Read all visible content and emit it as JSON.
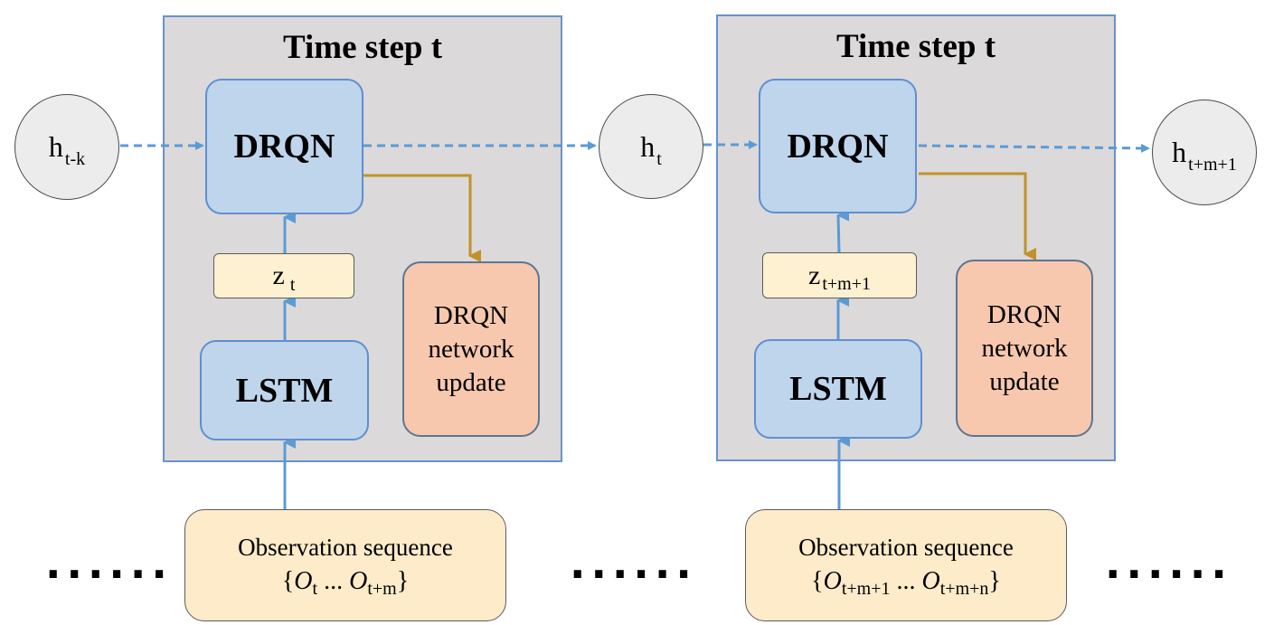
{
  "frames": [
    {
      "title": "Time step t",
      "drqn": "DRQN",
      "lstm": "LSTM",
      "z": {
        "base": "z",
        "sub": "t"
      },
      "update": {
        "line1": "DRQN",
        "line2": "network",
        "line3": "update"
      }
    },
    {
      "title": "Time step t",
      "drqn": "DRQN",
      "lstm": "LSTM",
      "z": {
        "base": "z",
        "sub": "t+m+1"
      },
      "update": {
        "line1": "DRQN",
        "line2": "network",
        "line3": "update"
      }
    }
  ],
  "hidden_states": [
    {
      "base": "h",
      "sub": "t-k"
    },
    {
      "base": "h",
      "sub": "t"
    },
    {
      "base": "h",
      "sub": "t+m+1"
    }
  ],
  "observations": [
    {
      "title": "Observation sequence",
      "open": "{",
      "o1": "O",
      "s1": "t",
      "mid": " ... ",
      "o2": "O",
      "s2": "t+m",
      "close": "}"
    },
    {
      "title": "Observation sequence",
      "open": "{",
      "o1": "O",
      "s1": "t+m+1",
      "mid": " ... ",
      "o2": "O",
      "s2": "t+m+n",
      "close": "}"
    }
  ],
  "ellipses": [
    "......",
    "......",
    "......"
  ],
  "colors": {
    "frame_bg": "#dbd9da",
    "frame_border": "#6a92c9",
    "module_fill": "#bed5ec",
    "update_fill": "#f7c8ae",
    "observation_fill": "#fdebc9",
    "recurrent_arrow": "#5b9bd5",
    "update_arrow": "#c0932a"
  }
}
